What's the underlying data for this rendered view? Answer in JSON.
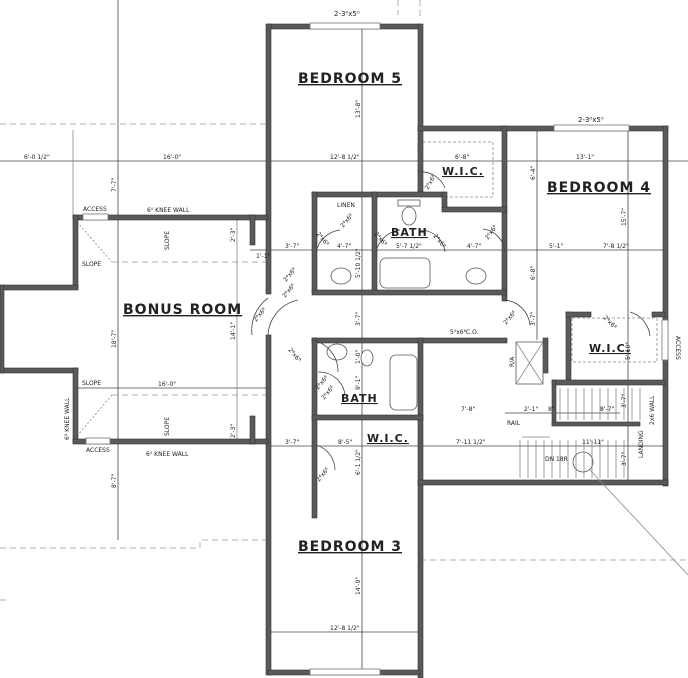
{
  "rooms": {
    "bedroom5": "BEDROOM 5",
    "bedroom4": "BEDROOM 4",
    "bedroom3": "BEDROOM 3",
    "bonus": "BONUS ROOM",
    "bath_upper": "BATH",
    "bath_lower": "BATH",
    "wic_upper": "W.I.C.",
    "wic_right": "W.I.C.",
    "wic_lower": "W.I.C."
  },
  "windows": {
    "bedroom5": "2-3⁰x5⁰",
    "bedroom4": "2-3⁰x5⁰"
  },
  "notes": {
    "linen": "LINEN",
    "access_top": "ACCESS",
    "access_bottom": "ACCESS",
    "access_right": "ACCESS",
    "knee_wall_top": "6⁰ KNEE WALL",
    "knee_wall_bottom": "6⁰ KNEE WALL",
    "knee_wall_left": "6⁰ KNEE WALL",
    "slope_1": "SLOPE",
    "slope_2": "SLOPE",
    "slope_3": "SLOPE",
    "slope_4": "SLOPE",
    "cased_opening": "5⁰x6⁸C.O.",
    "ra": "R/A",
    "rail": "RAIL",
    "landing": "LANDING",
    "wall_2x6": "2x6 WALL",
    "stairs_down": "DN 18R"
  },
  "doors": {
    "d1": "2⁸x6⁸",
    "d2": "2⁸x6⁸",
    "d3": "2⁸x6⁸",
    "d4": "2⁰x6⁸",
    "d5": "2⁴x6⁸",
    "d6": "2⁴x6⁸",
    "d7": "2⁴x6⁸",
    "d8": "2⁴x6⁸",
    "d9": "2⁶x6⁸",
    "d10": "2⁸x6⁸",
    "d11": "2⁴x6⁸",
    "d12": "2⁸x6⁸",
    "d13": "2⁴x6⁸",
    "d14": "2⁴x6⁸",
    "d15": "2⁶x6⁸"
  },
  "dimensions": {
    "h_6_0_half": "6'-0 1/2\"",
    "h_16_0_top": "16'-0\"",
    "h_12_8_half_top": "12'-8 1/2\"",
    "h_6_8": "6'-8\"",
    "h_13_1": "13'-1\"",
    "h_3_7_a": "3'-7\"",
    "h_4_7_a": "4'-7\"",
    "h_5_7_half": "5'-7 1/2\"",
    "h_4_7_b": "4'-7\"",
    "h_5_1": "5'-1\"",
    "h_7_8_half": "7'-8 1/2\"",
    "h_1_1": "1'-1\"",
    "h_16_0_bottom": "16'-0\"",
    "h_7_8": "7'-8\"",
    "h_2_1": "2'-1\"",
    "h_8": "8\"",
    "h_8_7": "8'-7\"",
    "h_3_7_b": "3'-7\"",
    "h_8_5": "8'-5\"",
    "h_7_11_half": "7'-11 1/2\"",
    "h_11_11": "11'-11\"",
    "h_12_8_half_bottom": "12'-8 1/2\"",
    "v_13_8": "13'-8\"",
    "v_7_7": "7'-7\"",
    "v_2_3_top": "2'-3\"",
    "v_5_10_half": "5'-10 1/2\"",
    "v_6_4": "6'-4\"",
    "v_6_8": "6'-8\"",
    "v_15_7": "15'-7\"",
    "v_18_7": "18'-7\"",
    "v_14_1": "14'-1\"",
    "v_3_7_hall": "3'-7\"",
    "v_3_7_right": "3'-7\"",
    "v_5_10": "5'-10\"",
    "v_9_1": "9'-1\"",
    "v_2_3_bottom": "2'-3\"",
    "v_3_7_stair_top": "3'-7\"",
    "v_3_7_stair_bottom": "3'-7\"",
    "v_6_1_half": "6'-1 1/2\"",
    "v_8_7": "8'-7\"",
    "v_14_9": "14'-9\"",
    "v_1_0": "1'-0\""
  },
  "colors": {
    "wall": "#5a5a5a",
    "line": "#444444",
    "background": "#ffffff"
  }
}
